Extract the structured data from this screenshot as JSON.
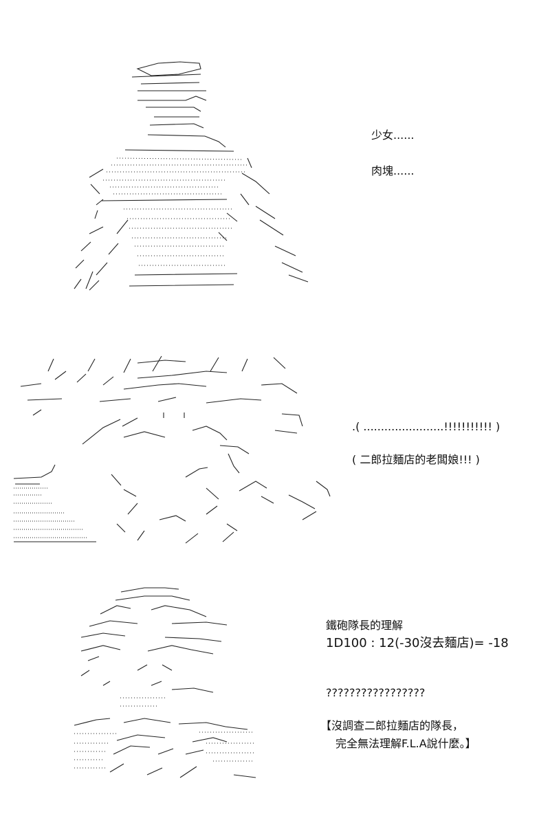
{
  "panel1": {
    "lines": [
      "少女......",
      "肉塊......"
    ]
  },
  "panel2": {
    "lines": [
      ".( .......................!!!!!!!!!!! )",
      "( 二郎拉麵店的老闆娘!!! )"
    ]
  },
  "panel3": {
    "title": "鐵砲隊長的理解",
    "roll": "1D100 : 12(-30沒去麵店)= -18",
    "question": "?????????????????",
    "note_line1": "【沒調查二郎拉麵店的隊長，",
    "note_line2": "完全無法理解F.L.A說什麼。】"
  }
}
